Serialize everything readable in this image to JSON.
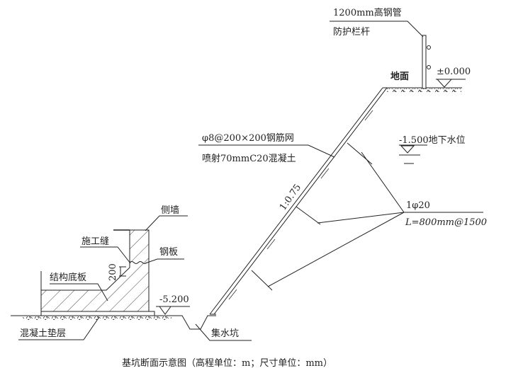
{
  "labels": {
    "guardrail_line1": "1200mm高钢管",
    "guardrail_line2": "防护栏杆",
    "ground": "地面",
    "ground_elevation": "±0.000",
    "mesh": "φ8@200×200钢筋网",
    "shotcrete": "喷射70mmC20混凝土",
    "groundwater": "-1.500地下水位",
    "slope_ratio": "1:0.75",
    "anchor_bar": "1φ20",
    "anchor_spec": "L=800mm@1500",
    "side_wall": "侧墙",
    "construction_joint": "施工缝",
    "steel_plate": "钢板",
    "joint_height": "200",
    "base_slab": "结构底板",
    "pit_bottom_elevation": "-5.200",
    "cushion": "混凝土垫层",
    "sump": "集水坑"
  },
  "caption": "基坑断面示意图（高程单位：m；尺寸单位：mm）"
}
